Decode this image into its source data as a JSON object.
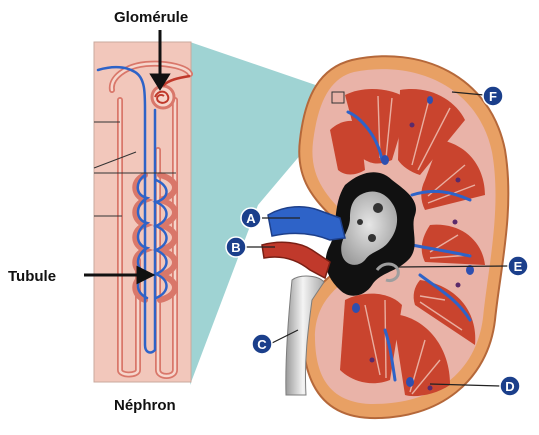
{
  "labels": {
    "glomerule": "Glomérule",
    "tubule": "Tubule",
    "nephron": "Néphron"
  },
  "markers": [
    "A",
    "B",
    "C",
    "D",
    "E",
    "F"
  ],
  "colors": {
    "capsule_orange": "#e8a064",
    "cortex_pink": "#e9b3a8",
    "medulla_red": "#c9442e",
    "pelvis_gray": "#bdbdbd",
    "vein_blue": "#2e63c8",
    "artery_red": "#c0392b",
    "ureter_gray": "#d9d9d9",
    "zoom_teal": "#7fc4c4",
    "nephron_bg": "#f2c7bb",
    "badge_navy": "#1b3f8b"
  }
}
